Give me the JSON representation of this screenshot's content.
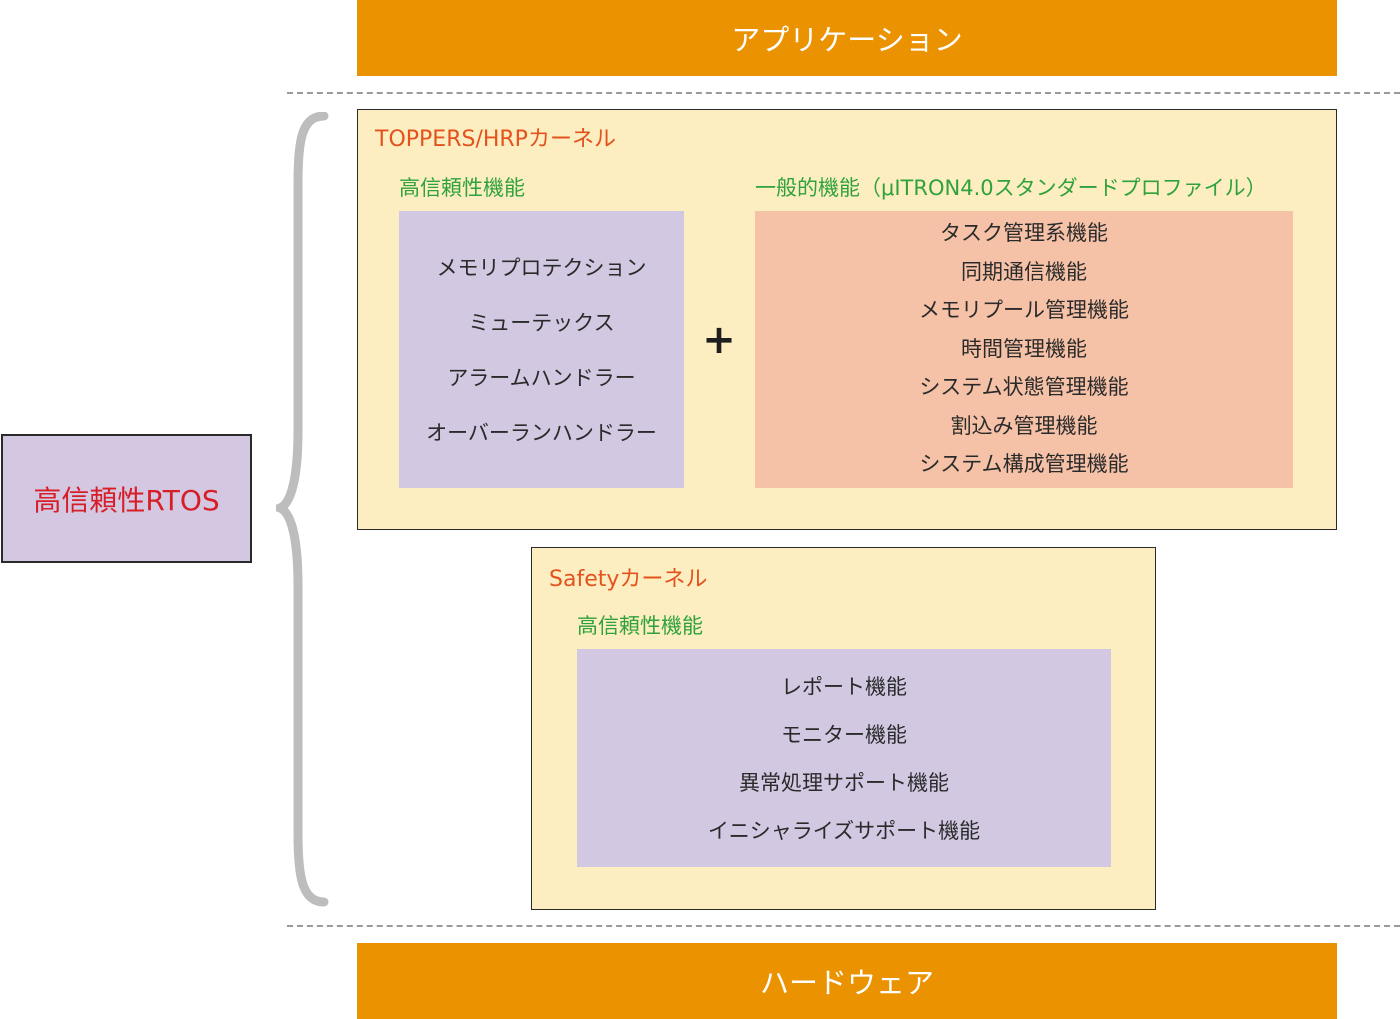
{
  "application_label": "アプリケーション",
  "hardware_label": "ハードウェア",
  "rtos_label": "高信頼性RTOS",
  "hrp_kernel": {
    "title": "TOPPERS/HRPカーネル",
    "high_reliability": {
      "title": "高信頼性機能",
      "items": [
        "メモリプロテクション",
        "ミューテックス",
        "アラームハンドラー",
        "オーバーランハンドラー"
      ]
    },
    "plus": "+",
    "general": {
      "title": "一般的機能（μITRON4.0スタンダードプロファイル）",
      "items": [
        "タスク管理系機能",
        "同期通信機能",
        "メモリプール管理機能",
        "時間管理機能",
        "システム状態管理機能",
        "割込み管理機能",
        "システム構成管理機能"
      ]
    }
  },
  "safety_kernel": {
    "title": "Safetyカーネル",
    "high_reliability": {
      "title": "高信頼性機能",
      "items": [
        "レポート機能",
        "モニター機能",
        "異常処理サポート機能",
        "イニシャライズサポート機能"
      ]
    }
  },
  "colors": {
    "orange_bar": "#eb9200",
    "kernel_bg": "#fdeec1",
    "purple_panel": "#d2c8e2",
    "salmon_panel": "#f6c2a7",
    "kernel_title": "#e4521d",
    "section_title": "#2fa23d",
    "rtos_text": "#d71e27"
  }
}
